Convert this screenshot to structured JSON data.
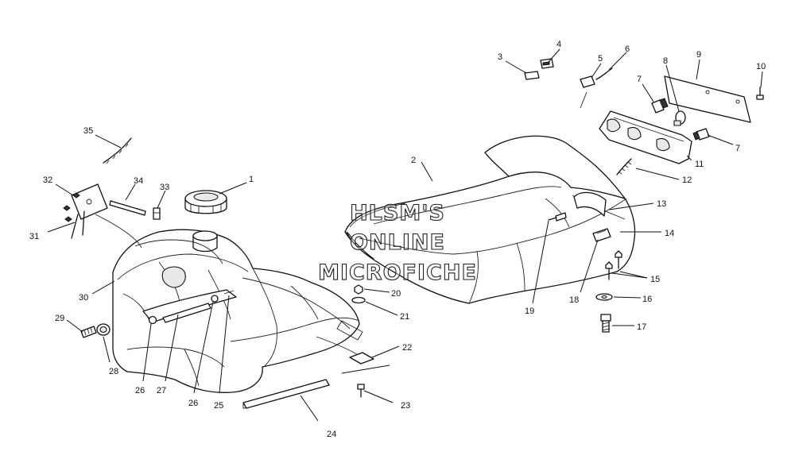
{
  "watermark": {
    "lines": [
      "HLSM'S",
      "ONLINE",
      "MICROFICHE"
    ]
  },
  "callouts": [
    "1",
    "2",
    "3",
    "4",
    "5",
    "6",
    "7",
    "7",
    "8",
    "9",
    "10",
    "11",
    "12",
    "13",
    "14",
    "15",
    "16",
    "17",
    "18",
    "19",
    "20",
    "21",
    "22",
    "23",
    "24",
    "25",
    "26",
    "26",
    "27",
    "28",
    "29",
    "30",
    "31",
    "32",
    "33",
    "34",
    "35"
  ]
}
